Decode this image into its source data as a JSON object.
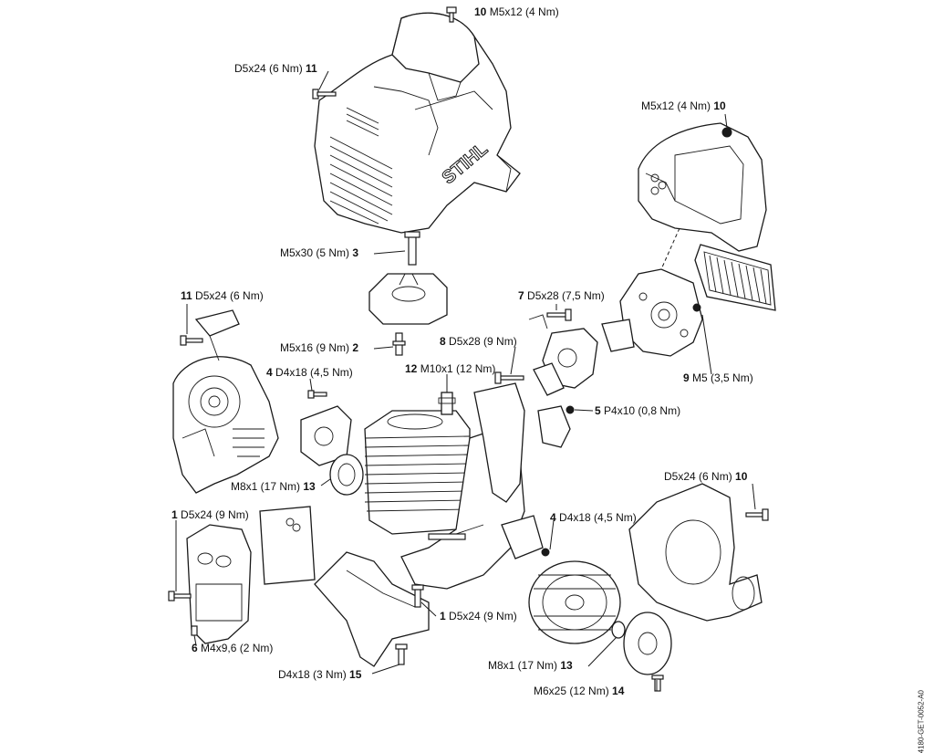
{
  "labels": [
    {
      "num": "10",
      "spec": "M5x12 (4 Nm)",
      "side": "left"
    },
    {
      "num": "11",
      "spec": "D5x24 (6 Nm)",
      "side": "right"
    },
    {
      "num": "10",
      "spec": "M5x12 (4 Nm)",
      "side": "right"
    },
    {
      "num": "3",
      "spec": "M5x30 (5 Nm)",
      "side": "right"
    },
    {
      "num": "11",
      "spec": "D5x24 (6 Nm)",
      "side": "left"
    },
    {
      "num": "7",
      "spec": "D5x28 (7,5 Nm)",
      "side": "left"
    },
    {
      "num": "8",
      "spec": "D5x28 (9 Nm)",
      "side": "left"
    },
    {
      "num": "2",
      "spec": "M5x16 (9 Nm)",
      "side": "right"
    },
    {
      "num": "4",
      "spec": "D4x18 (4,5 Nm)",
      "side": "left"
    },
    {
      "num": "12",
      "spec": "M10x1 (12 Nm)",
      "side": "left"
    },
    {
      "num": "9",
      "spec": "M5 (3,5 Nm)",
      "side": "left"
    },
    {
      "num": "5",
      "spec": "P4x10 (0,8 Nm)",
      "side": "left"
    },
    {
      "num": "13",
      "spec": "M8x1 (17 Nm)",
      "side": "right"
    },
    {
      "num": "10",
      "spec": "D5x24 (6 Nm)",
      "side": "right"
    },
    {
      "num": "1",
      "spec": "D5x24 (9 Nm)",
      "side": "left"
    },
    {
      "num": "4",
      "spec": "D4x18 (4,5 Nm)",
      "side": "left"
    },
    {
      "num": "1",
      "spec": "D5x24 (9 Nm)",
      "side": "left"
    },
    {
      "num": "6",
      "spec": "M4x9,6 (2 Nm)",
      "side": "left"
    },
    {
      "num": "13",
      "spec": "M8x1 (17 Nm)",
      "side": "right"
    },
    {
      "num": "15",
      "spec": "D4x18 (3 Nm)",
      "side": "right"
    },
    {
      "num": "14",
      "spec": "M6x25 (12 Nm)",
      "side": "right"
    }
  ],
  "brand": "STIHL",
  "doc_id": "4180-GET-0052-A0"
}
